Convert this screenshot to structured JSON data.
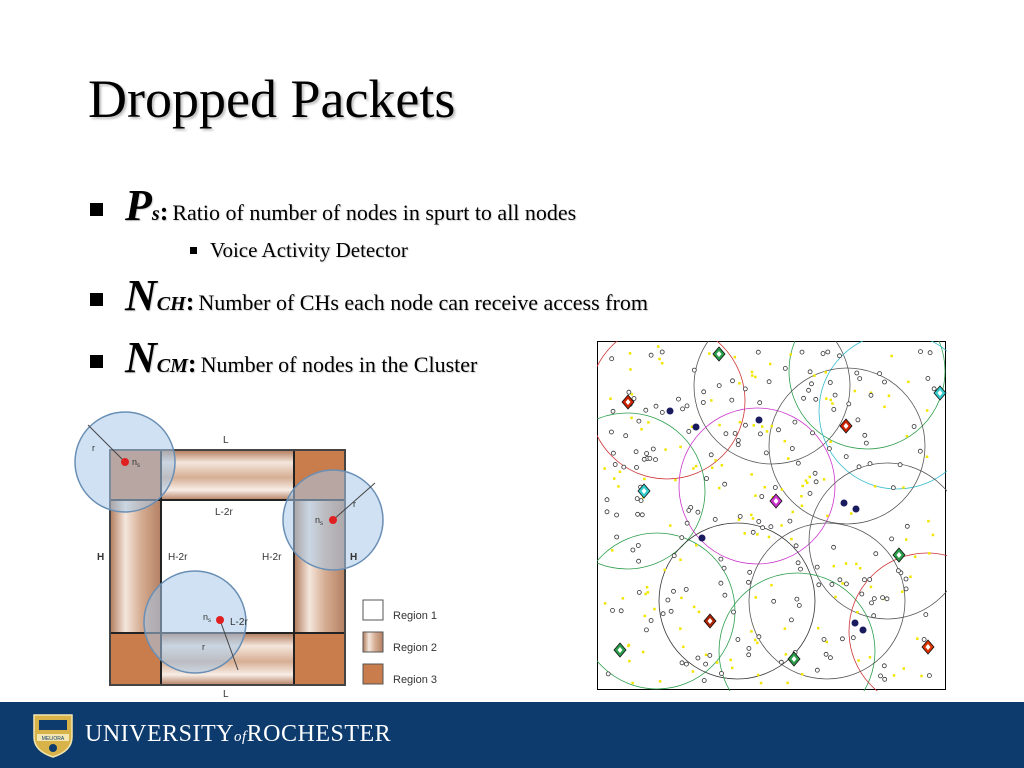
{
  "title": "Dropped Packets",
  "bullets": [
    {
      "symbol": "P",
      "subscript": "s",
      "description": "Ratio of number of nodes in spurt to all nodes"
    },
    {
      "symbol": "N",
      "subscript": "CH",
      "description": "Number of CHs each node can receive access from"
    },
    {
      "symbol": "N",
      "subscript": "CM",
      "description": "Number of nodes in the Cluster"
    }
  ],
  "sub_bullet": "Voice Activity Detector",
  "diagram": {
    "label_L": "L",
    "label_H": "H",
    "label_L2r": "L-2r",
    "label_H2r": "H-2r",
    "label_r": "r",
    "label_ns": "n",
    "label_ns_sub": "s",
    "legend": [
      "Region 1",
      "Region 2",
      "Region 3"
    ],
    "colors": {
      "region2": "#c9a08a",
      "region3": "#c97c4c",
      "circle": "#a8c8e8"
    }
  },
  "footer": {
    "university": "UNIVERSITY",
    "of": "of",
    "rochester": "ROCHESTER",
    "seal_text": "MELIORA",
    "color": "#0d3b6e"
  }
}
